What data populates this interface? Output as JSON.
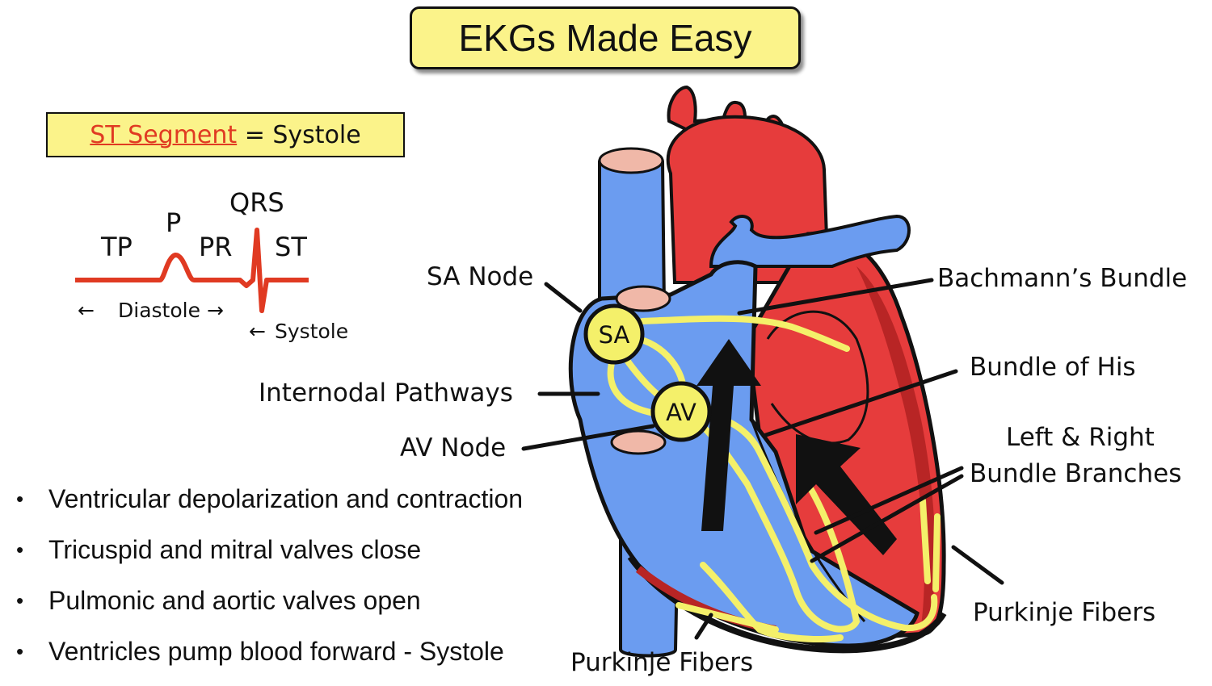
{
  "title": "EKGs Made Easy",
  "st_box": {
    "highlight": "ST Segment",
    "rest": " = Systole"
  },
  "ekg": {
    "tp": "TP",
    "p": "P",
    "qrs": "QRS",
    "pr": "PR",
    "st": "ST",
    "diastole": "Diastole",
    "systole": "Systole",
    "arrow_left": "←",
    "arrow_right": "→"
  },
  "labels": {
    "sa_node": "SA Node",
    "internodal": "Internodal Pathways",
    "av_node": "AV Node",
    "bachmann": "Bachmann’s Bundle",
    "his": "Bundle of His",
    "branches_1": "Left & Right",
    "branches_2": "Bundle Branches",
    "purkinje_right": "Purkinje Fibers",
    "purkinje_bottom": "Purkinje Fibers"
  },
  "nodes": {
    "sa": "SA",
    "av": "AV"
  },
  "bullets": [
    "Ventricular depolarization and contraction",
    "Tricuspid and mitral valves close",
    "Pulmonic and aortic valves open",
    "Ventricles pump blood forward - Systole"
  ],
  "colors": {
    "yellow_box": "#fbf38a",
    "heart_red": "#e63c3c",
    "heart_blue": "#6b9cf0",
    "pathway_yellow": "#f4f06a",
    "ekg_red": "#e03a22"
  }
}
